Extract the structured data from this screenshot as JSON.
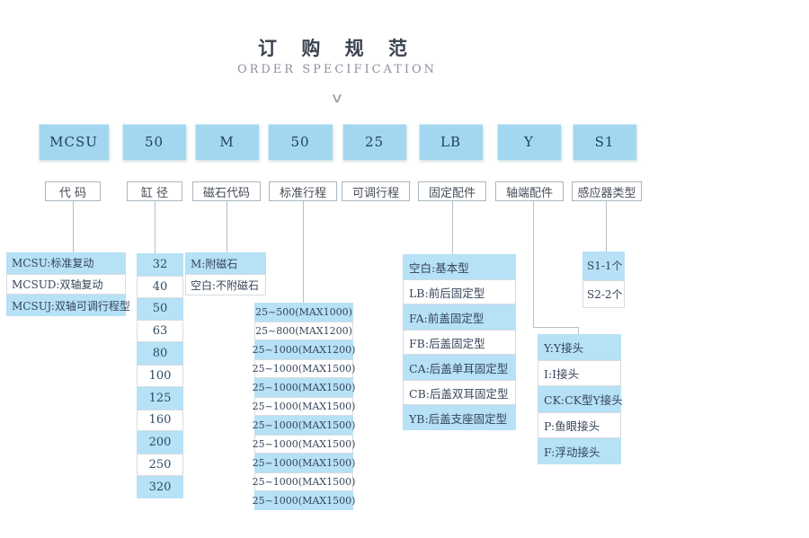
{
  "header": {
    "title": "订 购 规 范",
    "subtitle": "ORDER SPECIFICATION",
    "chevron_icon": "∨"
  },
  "code_boxes": [
    "MCSU",
    "50",
    "M",
    "50",
    "25",
    "LB",
    "Y",
    "S1"
  ],
  "field_labels": [
    "代 码",
    "缸 径",
    "磁石代码",
    "标准行程",
    "可调行程",
    "固定配件",
    "轴端配件",
    "感应器类型"
  ],
  "lists": {
    "model": {
      "items": [
        "MCSU:标准复动",
        "MCSUD:双轴复动",
        "MCSUJ:双轴可调行程型"
      ]
    },
    "bore": {
      "items": [
        "32",
        "40",
        "50",
        "63",
        "80",
        "100",
        "125",
        "160",
        "200",
        "250",
        "320"
      ]
    },
    "magnet": {
      "items": [
        "M:附磁石",
        "空白:不附磁石"
      ]
    },
    "stroke": {
      "items": [
        "25~500(MAX1000)",
        "25~800(MAX1200)",
        "25~1000(MAX1200)",
        "25~1000(MAX1500)",
        "25~1000(MAX1500)",
        "25~1000(MAX1500)",
        "25~1000(MAX1500)",
        "25~1000(MAX1500)",
        "25~1000(MAX1500)",
        "25~1000(MAX1500)",
        "25~1000(MAX1500)"
      ]
    },
    "mount": {
      "items": [
        "空白:基本型",
        "LB:前后固定型",
        "FA:前盖固定型",
        "FB:后盖固定型",
        "CA:后盖单耳固定型",
        "CB:后盖双耳固定型",
        "YB:后盖支座固定型"
      ]
    },
    "rod_end": {
      "items": [
        "Y:Y接头",
        "I:I接头",
        "CK:CK型Y接头",
        "P:鱼眼接头",
        "F:浮动接头"
      ]
    },
    "sensor": {
      "items": [
        "S1-1个",
        "S2-2个"
      ]
    }
  },
  "colors": {
    "code_box_fill": "#a3d7f0",
    "row_blue_fill": "#b6e1f6",
    "connector_line": "#b9bec5",
    "code_text": "#1f3f63"
  }
}
